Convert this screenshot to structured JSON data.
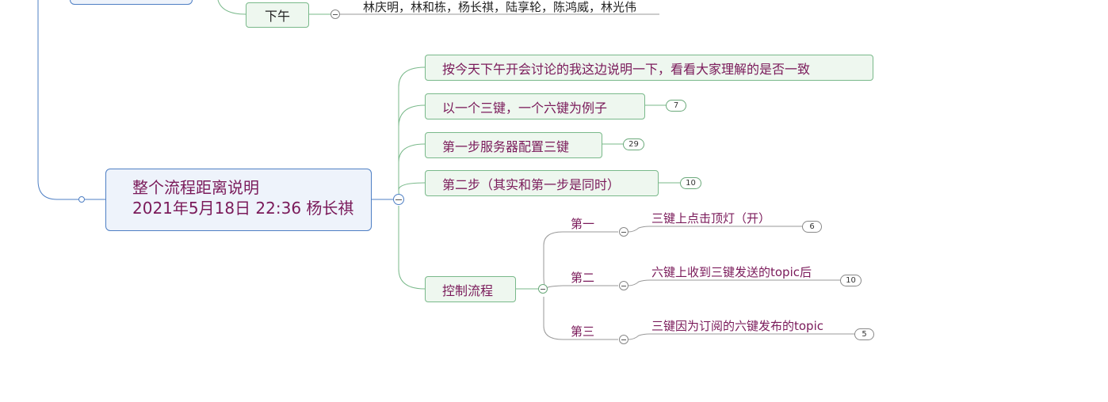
{
  "top_node": {
    "label": "下午",
    "attendees": "林庆明，林和栋，杨长祺，陆享轮，陈鸿威，林光伟"
  },
  "root": {
    "line1": "整个流程距离说明",
    "line2": "2021年5月18日 22:36 杨长祺"
  },
  "children": [
    {
      "label": "按今天下午开会讨论的我这边说明一下，看看大家理解的是否一致",
      "count": ""
    },
    {
      "label": "以一个三键，一个六键为例子",
      "count": "7"
    },
    {
      "label": "第一步服务器配置三键",
      "count": "29"
    },
    {
      "label": "第二步（其实和第一步是同时）",
      "count": "10"
    },
    {
      "label": "控制流程",
      "count": ""
    }
  ],
  "steps": [
    {
      "label": "第一",
      "detail": "三键上点击顶灯（开）",
      "count": "6"
    },
    {
      "label": "第二",
      "detail": "六键上收到三键发送的topic后",
      "count": "10"
    },
    {
      "label": "第三",
      "detail": "三键因为订阅的六键发布的topic",
      "count": "5"
    }
  ]
}
